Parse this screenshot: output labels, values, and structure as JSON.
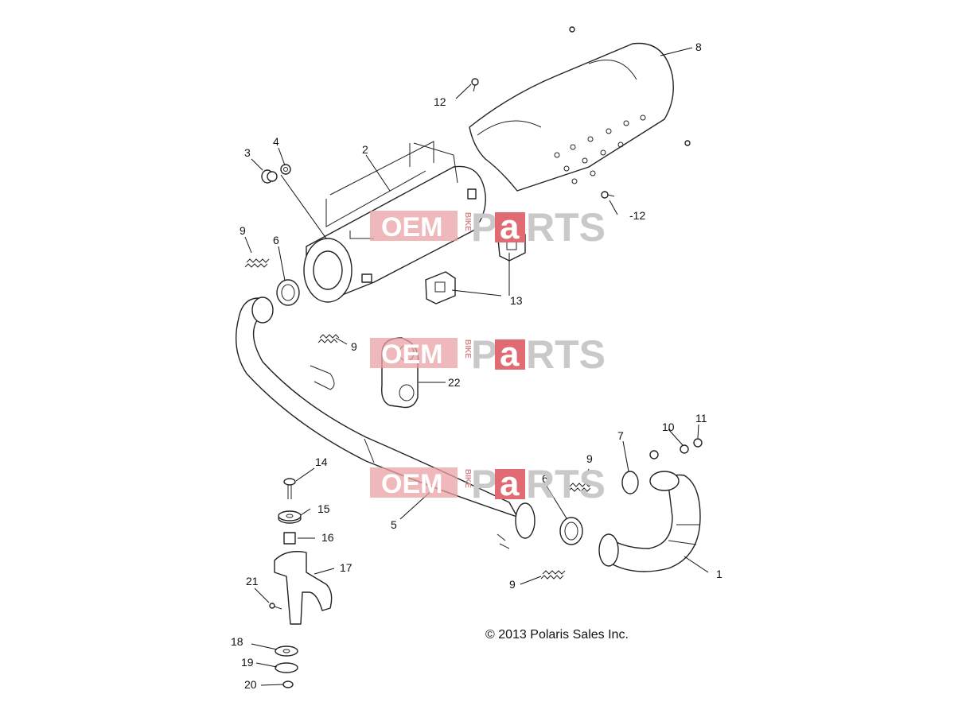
{
  "diagram": {
    "callouts": [
      {
        "id": "c1",
        "text": "1"
      },
      {
        "id": "c2",
        "text": "2"
      },
      {
        "id": "c3",
        "text": "3"
      },
      {
        "id": "c4",
        "text": "4"
      },
      {
        "id": "c5",
        "text": "5"
      },
      {
        "id": "c6a",
        "text": "6"
      },
      {
        "id": "c6b",
        "text": "6"
      },
      {
        "id": "c7",
        "text": "7"
      },
      {
        "id": "c8",
        "text": "8"
      },
      {
        "id": "c9a",
        "text": "9"
      },
      {
        "id": "c9b",
        "text": "9"
      },
      {
        "id": "c9c",
        "text": "9"
      },
      {
        "id": "c9d",
        "text": "9"
      },
      {
        "id": "c10",
        "text": "10"
      },
      {
        "id": "c11",
        "text": "11"
      },
      {
        "id": "c12a",
        "text": "12"
      },
      {
        "id": "c12b",
        "text": "12"
      },
      {
        "id": "c13",
        "text": "13"
      },
      {
        "id": "c14",
        "text": "14"
      },
      {
        "id": "c15",
        "text": "15"
      },
      {
        "id": "c16",
        "text": "16"
      },
      {
        "id": "c17",
        "text": "17"
      },
      {
        "id": "c18",
        "text": "18"
      },
      {
        "id": "c19",
        "text": "19"
      },
      {
        "id": "c20",
        "text": "20"
      },
      {
        "id": "c21",
        "text": "21"
      },
      {
        "id": "c22",
        "text": "22"
      }
    ],
    "copyright": "© 2013 Polaris Sales Inc."
  },
  "watermark": {
    "brand_left": "OEM",
    "brand_small": "BIKE",
    "brand_p": "P",
    "brand_a": "a",
    "brand_rest": "RTS",
    "color_box": "#e9a0a3",
    "color_accent": "#e06b72",
    "color_grey": "#c9c9c9"
  }
}
